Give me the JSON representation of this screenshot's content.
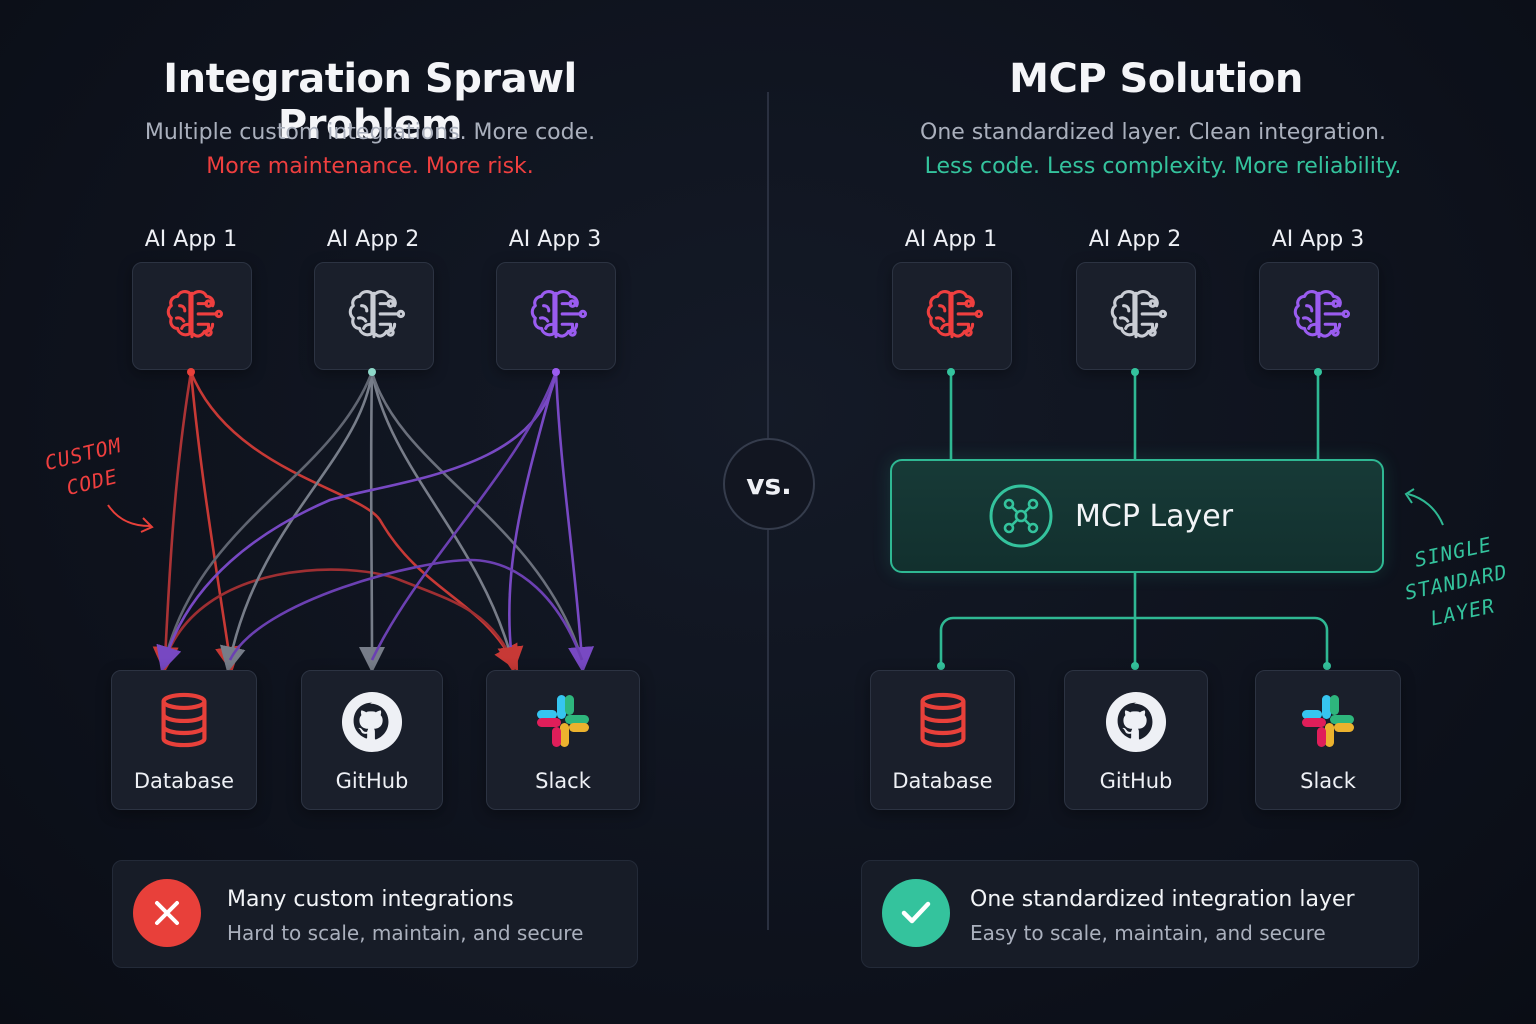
{
  "left": {
    "title": "Integration Sprawl Problem",
    "subtitle_line1": "Multiple custom integrations. More code.",
    "subtitle_line2": "More maintenance. More risk.",
    "apps": [
      "AI App 1",
      "AI App 2",
      "AI App 3"
    ],
    "services": [
      "Database",
      "GitHub",
      "Slack"
    ],
    "annotation_line1": "CUSTOM",
    "annotation_line2": "CODE",
    "footer_title": "Many custom integrations",
    "footer_subtitle": "Hard to scale, maintain, and secure"
  },
  "vs_label": "vs.",
  "right": {
    "title": "MCP Solution",
    "subtitle_line1": "One standardized layer. Clean integration.",
    "subtitle_line2": "Less code. Less complexity. More reliability.",
    "apps": [
      "AI App 1",
      "AI App 2",
      "AI App 3"
    ],
    "layer_label": "MCP Layer",
    "services": [
      "Database",
      "GitHub",
      "Slack"
    ],
    "annotation_line1": "SINGLE",
    "annotation_line2": "STANDARD",
    "annotation_line3": "LAYER",
    "footer_title": "One standardized integration layer",
    "footer_subtitle": "Easy to scale, maintain, and secure"
  },
  "colors": {
    "app1": "#ef3f3f",
    "app2": "#c9ccd4",
    "app3": "#9a5cf0",
    "accent_green": "#34c39d",
    "accent_red": "#ef3f3f"
  },
  "icons": {
    "apps": "brain-circuit-icon",
    "database": "database-icon",
    "github": "github-icon",
    "slack": "slack-icon",
    "mcp": "network-hub-icon",
    "fail": "x-icon",
    "success": "check-icon"
  }
}
